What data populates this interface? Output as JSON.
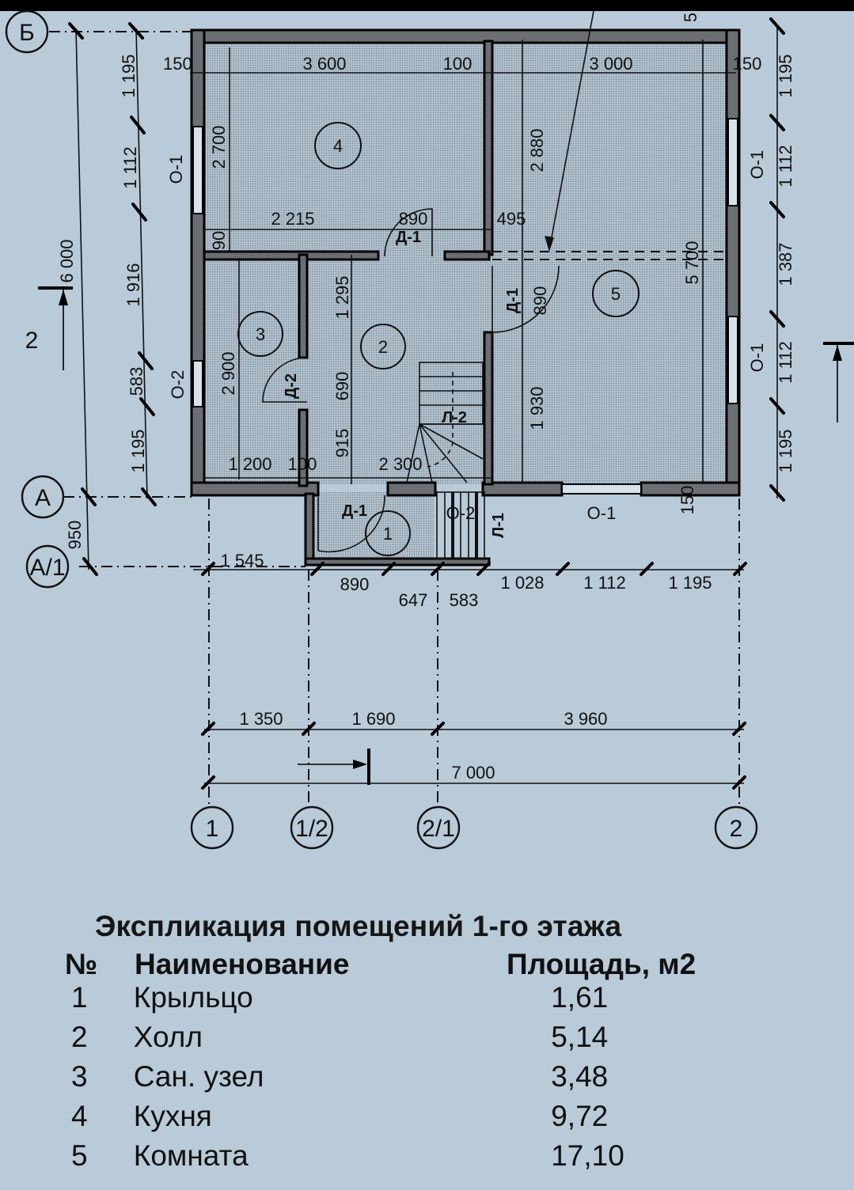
{
  "plan": {
    "axes": {
      "horizontal": [
        "Б",
        "А",
        "А/1"
      ],
      "vertical": [
        "1",
        "1/2",
        "2/1",
        "2"
      ]
    },
    "section_mark": "2",
    "rooms": [
      {
        "num": "1"
      },
      {
        "num": "2"
      },
      {
        "num": "3"
      },
      {
        "num": "4"
      },
      {
        "num": "5"
      }
    ],
    "openings": {
      "doors": [
        "Д-1",
        "Д-1",
        "Д-1",
        "Д-2"
      ],
      "windows_left": [
        "О-1",
        "О-2"
      ],
      "windows_right": [
        "О-1",
        "О-1"
      ],
      "window_bottom": "О-1",
      "porch_window": "О-2",
      "stairs": [
        "Л-1",
        "Л-2"
      ]
    },
    "dims": {
      "left_outer_total": "6 000",
      "left_outer_porch": "950",
      "left_chain": [
        "1 195",
        "1 112",
        "1 916",
        "583",
        "1 195"
      ],
      "right_chain": [
        "1 195",
        "1 112",
        "1 387",
        "1 112",
        "1 195"
      ],
      "top_inner": [
        "150",
        "3 600",
        "100",
        "3 000",
        "150"
      ],
      "top_tick_label": "5",
      "kitchen_depth": "2 700",
      "room5_upper": "2 880",
      "room5_total": "5 700",
      "room5_lower": "1 930",
      "corridor_row": [
        "2 215",
        "890",
        "495"
      ],
      "corridor_small": "90",
      "hall_vertical": [
        "1 295",
        "690",
        "915"
      ],
      "bath_height": "2 900",
      "bottom_inner": [
        "1 200",
        "100",
        "2 300"
      ],
      "door_890_right": "890",
      "bottom_right_small": "150",
      "porch_chain": [
        "1 545",
        "890",
        "647",
        "583",
        "1 028",
        "1 112",
        "1 195"
      ],
      "lower_chain": [
        "1 350",
        "1 690",
        "3 960"
      ],
      "lower_total": "7 000"
    }
  },
  "explication": {
    "title": "Экспликация помещений 1-го этажа",
    "headers": {
      "no": "№",
      "name": "Наименование",
      "area": "Площадь, м2"
    },
    "rows": [
      {
        "no": "1",
        "name": "Крыльцо",
        "area": "1,61"
      },
      {
        "no": "2",
        "name": "Холл",
        "area": "5,14"
      },
      {
        "no": "3",
        "name": "Сан. узел",
        "area": "3,48"
      },
      {
        "no": "4",
        "name": "Кухня",
        "area": "9,72"
      },
      {
        "no": "5",
        "name": "Комната",
        "area": "17,10"
      }
    ]
  }
}
